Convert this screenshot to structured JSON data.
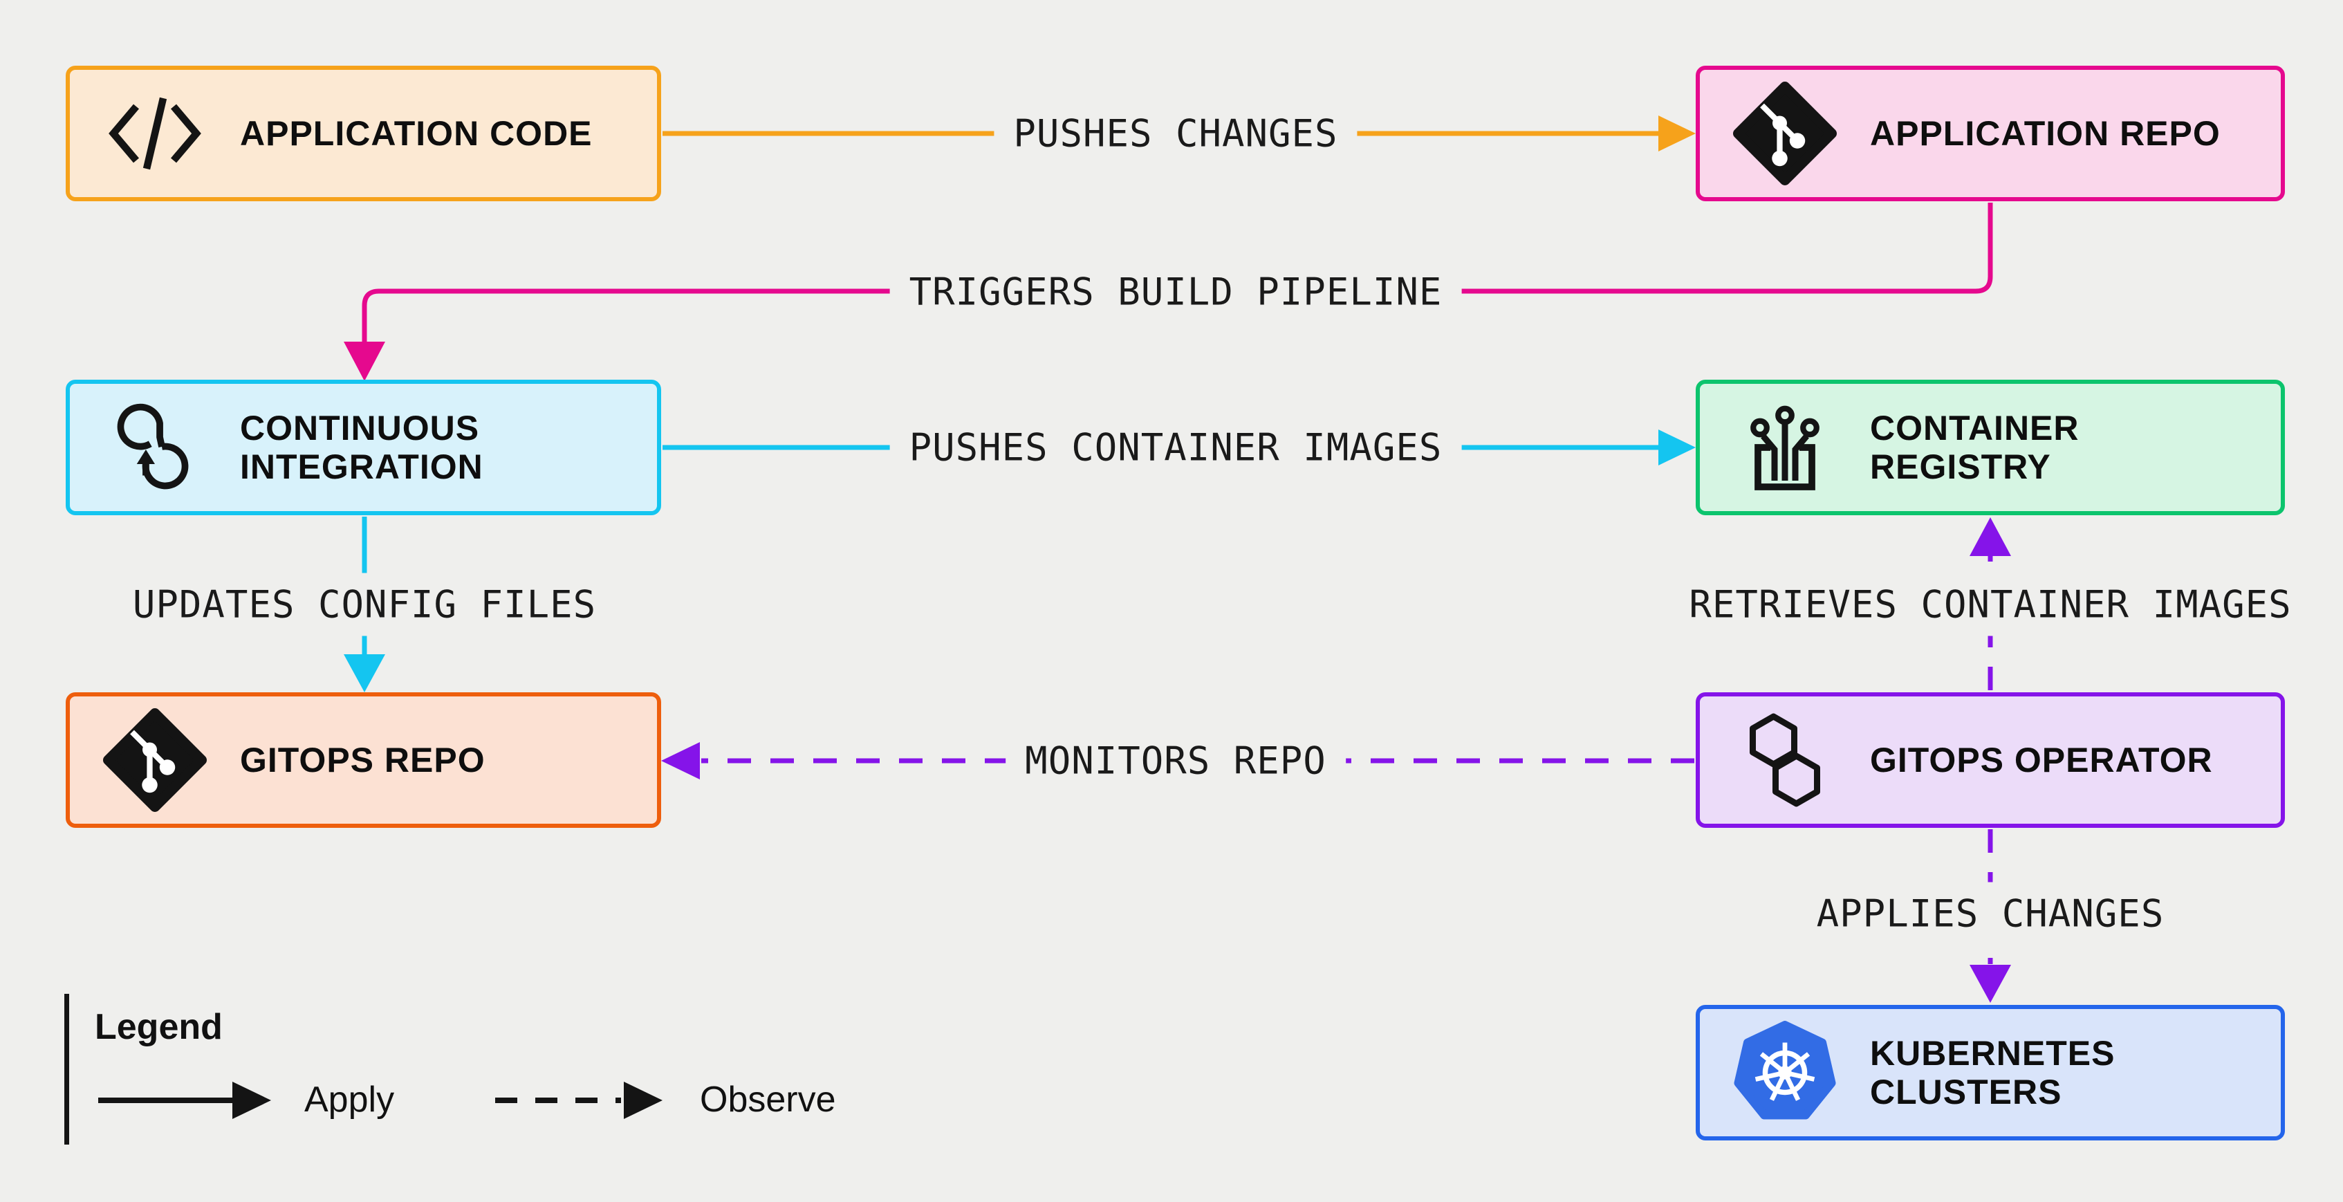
{
  "page": {
    "background": "#EFEFED",
    "text_color": "#111111"
  },
  "nodes": {
    "application_code": {
      "label": "APPLICATION CODE",
      "icon": "code-icon",
      "border_color": "#F6A21B",
      "fill_color": "#FCE9D3"
    },
    "application_repo": {
      "label": "APPLICATION REPO",
      "icon": "git-icon",
      "border_color": "#E5098E",
      "fill_color": "#FAD7EB"
    },
    "continuous_integration": {
      "label": "CONTINUOUS INTEGRATION",
      "icon": "ci-loop-icon",
      "border_color": "#14C5F0",
      "fill_color": "#D8F2FB"
    },
    "container_registry": {
      "label": "CONTAINER REGISTRY",
      "icon": "registry-icon",
      "border_color": "#0CC46D",
      "fill_color": "#D6F5E3"
    },
    "gitops_repo": {
      "label": "GITOPS REPO",
      "icon": "git-icon",
      "border_color": "#EE5E0D",
      "fill_color": "#FCE1D3"
    },
    "gitops_operator": {
      "label": "GITOPS OPERATOR",
      "icon": "hexagons-icon",
      "border_color": "#8514E9",
      "fill_color": "#ECDCF9"
    },
    "kubernetes_clusters": {
      "label": "KUBERNETES CLUSTERS",
      "icon": "kubernetes-icon",
      "border_color": "#2465EB",
      "fill_color": "#D9E4FA",
      "logo_color": "#326CE5"
    }
  },
  "edges": {
    "pushes_changes": {
      "label": "PUSHES CHANGES",
      "from": "application_code",
      "to": "application_repo",
      "style": "solid",
      "color": "#F6A21B"
    },
    "triggers_build_pipeline": {
      "label": "TRIGGERS BUILD PIPELINE",
      "from": "application_repo",
      "to": "continuous_integration",
      "style": "solid",
      "color": "#E5098E"
    },
    "pushes_container_images": {
      "label": "PUSHES CONTAINER IMAGES",
      "from": "continuous_integration",
      "to": "container_registry",
      "style": "solid",
      "color": "#14C5F0"
    },
    "updates_config_files": {
      "label": "UPDATES CONFIG FILES",
      "from": "continuous_integration",
      "to": "gitops_repo",
      "style": "solid",
      "color": "#14C5F0"
    },
    "monitors_repo": {
      "label": "MONITORS REPO",
      "from": "gitops_operator",
      "to": "gitops_repo",
      "style": "dashed",
      "color": "#8514E9"
    },
    "retrieves_container_images": {
      "label": "RETRIEVES CONTAINER IMAGES",
      "from": "gitops_operator",
      "to": "container_registry",
      "style": "dashed",
      "color": "#8514E9"
    },
    "applies_changes": {
      "label": "APPLIES CHANGES",
      "from": "gitops_operator",
      "to": "kubernetes_clusters",
      "style": "dashed",
      "color": "#8514E9"
    }
  },
  "legend": {
    "title": "Legend",
    "color": "#141414",
    "items": [
      {
        "style": "solid",
        "label": "Apply"
      },
      {
        "style": "dashed",
        "label": "Observe"
      }
    ]
  }
}
